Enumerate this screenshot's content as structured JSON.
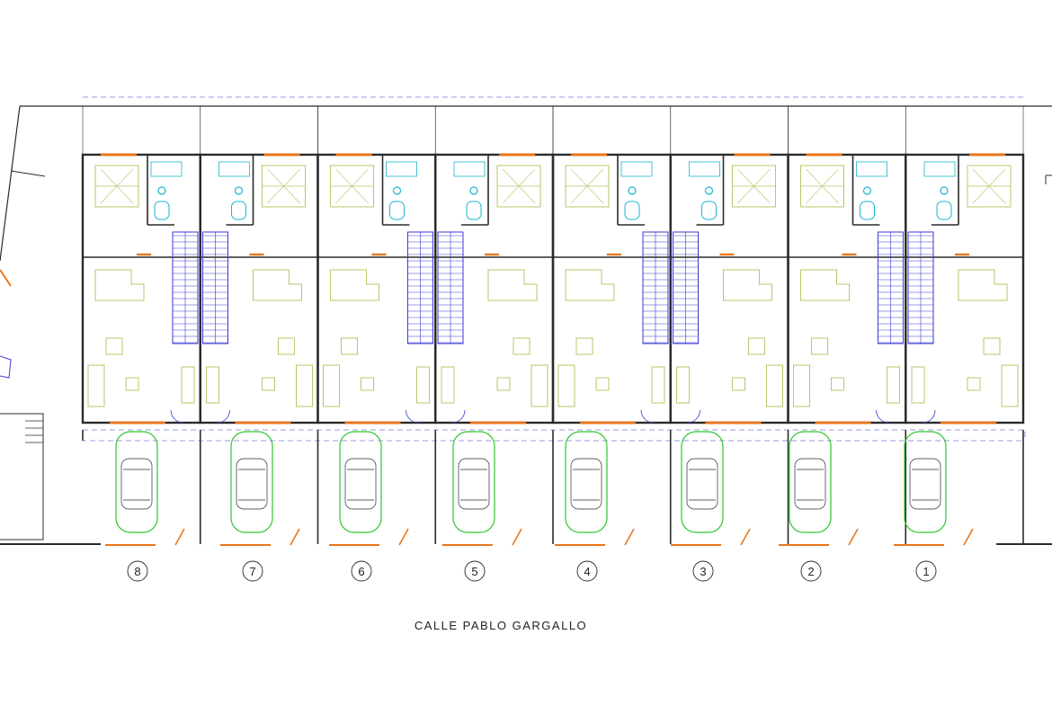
{
  "street": {
    "label": "CALLE PABLO GARGALLO"
  },
  "units": [
    {
      "number": "8",
      "mirror": false,
      "bath_side": "right"
    },
    {
      "number": "7",
      "mirror": true,
      "bath_side": "left"
    },
    {
      "number": "6",
      "mirror": false,
      "bath_side": "right"
    },
    {
      "number": "5",
      "mirror": true,
      "bath_side": "left"
    },
    {
      "number": "4",
      "mirror": false,
      "bath_side": "right"
    },
    {
      "number": "3",
      "mirror": true,
      "bath_side": "left"
    },
    {
      "number": "2",
      "mirror": false,
      "bath_side": "right"
    },
    {
      "number": "1",
      "mirror": true,
      "bath_side": "left"
    }
  ],
  "colors": {
    "wall": "#2b2b2b",
    "window": "#e8761c",
    "furniture": "#b6c86a",
    "stairs": "#3a3ad6",
    "plumbing": "#18b6cf",
    "car": "#2fc62f",
    "boundary": "#7a7ae0"
  }
}
